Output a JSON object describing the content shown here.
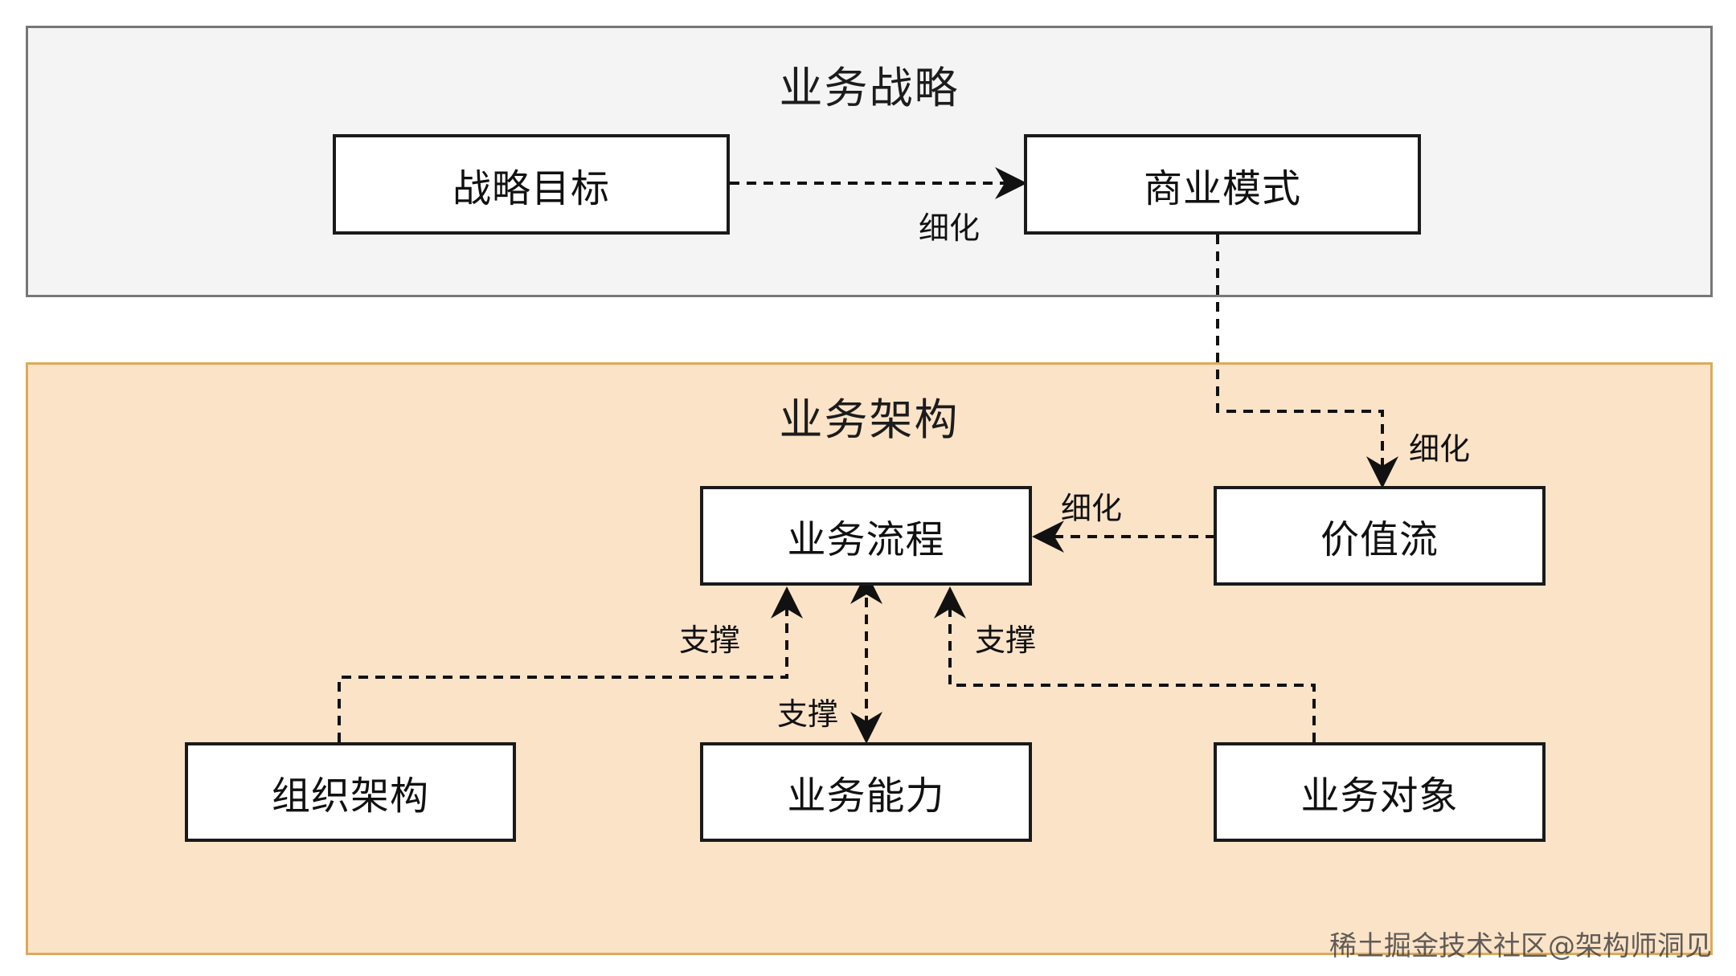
{
  "regions": {
    "strategy": {
      "title": "业务战略",
      "fill": "#f4f4f4",
      "border": "#777777"
    },
    "architecture": {
      "title": "业务架构",
      "fill": "#fbe3c8",
      "border": "#dcaa5a"
    }
  },
  "nodes": {
    "strategic_goal": "战略目标",
    "business_model": "商业模式",
    "business_process": "业务流程",
    "value_stream": "价值流",
    "organization_architecture": "组织架构",
    "business_capability": "业务能力",
    "business_object": "业务对象"
  },
  "edge_labels": {
    "goal_to_model": "细化",
    "model_to_value_stream": "细化",
    "value_stream_to_process": "细化",
    "org_to_process": "支撑",
    "capability_process": "支撑",
    "object_to_process": "支撑"
  },
  "watermark": "稀土掘金技术社区@架构师洞见"
}
